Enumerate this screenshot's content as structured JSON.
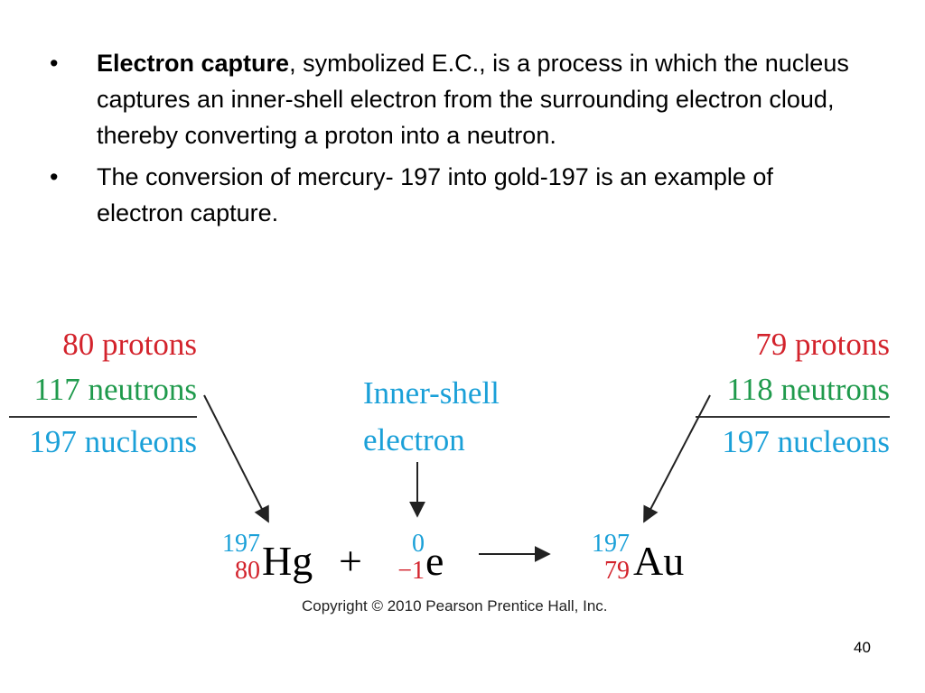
{
  "bullets": [
    {
      "term": "Electron capture",
      "text": ", symbolized E.C., is a process in which the nucleus captures an inner-shell electron from the surrounding electron cloud, thereby converting a proton into a neutron."
    },
    {
      "text": "The conversion of mercury- 197 into gold-197 is an example of electron capture."
    }
  ],
  "bullet_symbol": "•",
  "diagram": {
    "left": {
      "protons": "80 protons",
      "neutrons": "117 neutrons",
      "nucleons": "197 nucleons"
    },
    "right": {
      "protons": "79 protons",
      "neutrons": "118 neutrons",
      "nucleons": "197 nucleons"
    },
    "inner_label_line1": "Inner-shell",
    "inner_label_line2": "electron",
    "equation": {
      "hg_mass": "197",
      "hg_atomic": "80",
      "hg_symbol": "Hg",
      "plus": "+",
      "e_mass": "0",
      "e_charge": "−1",
      "e_symbol": "e",
      "au_mass": "197",
      "au_atomic": "79",
      "au_symbol": "Au"
    },
    "colors": {
      "red": "#d3232c",
      "green": "#1f9a4c",
      "blue": "#1aa0d8"
    }
  },
  "copyright": "Copyright © 2010 Pearson Prentice Hall, Inc.",
  "slide_number": "40"
}
